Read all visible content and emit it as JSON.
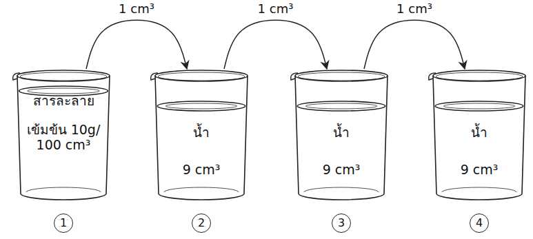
{
  "diagram": {
    "nodes": [
      {
        "text": [
          "สารละลาย",
          "เข้มข้น 10g/ 100 cm³"
        ]
      },
      {
        "text": [
          "น้ำ",
          "9 cm³"
        ]
      },
      {
        "text": [
          "น้ำ",
          "9 cm³"
        ]
      },
      {
        "text": [
          "น้ำ",
          "9 cm³"
        ]
      }
    ],
    "edges": [
      {
        "from": 0,
        "to": 1,
        "arrow": "to",
        "label": "1 cm³"
      },
      {
        "from": 1,
        "to": 2,
        "arrow": "to",
        "label": "1 cm³"
      },
      {
        "from": 2,
        "to": 3,
        "arrow": "to",
        "label": "1 cm³"
      }
    ],
    "labels": [
      "1",
      "2",
      "3",
      "4"
    ]
  }
}
